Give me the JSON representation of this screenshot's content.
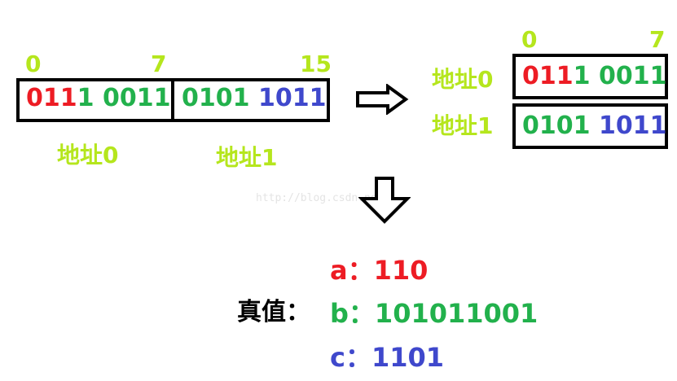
{
  "left_memory": {
    "index_labels": [
      "0",
      "7",
      "15"
    ],
    "cell0": {
      "part_red": "011",
      "part_green1": "1 0011"
    },
    "cell1": {
      "part_green": "0101 ",
      "part_blue": "1011"
    },
    "addr_labels": [
      "地址0",
      "地址1"
    ]
  },
  "right_memory": {
    "index_labels": [
      "0",
      "7"
    ],
    "row0": {
      "addr_label": "地址0",
      "part_red": "011",
      "part_green": "1 0011"
    },
    "row1": {
      "addr_label": "地址1",
      "part_green": "0101 ",
      "part_blue": "1011"
    }
  },
  "watermark": "http://blog.csdn.net/",
  "truth": {
    "label": "真值：",
    "a": {
      "name": "a",
      "sep": "：",
      "value": "110"
    },
    "b": {
      "name": "b",
      "sep": "：",
      "value": "101011001"
    },
    "c": {
      "name": "c",
      "sep": "：",
      "value": "1101"
    }
  },
  "colors": {
    "index_lime": "#b5e61d",
    "red": "#ed1c24",
    "green": "#22b14c",
    "blue": "#3f48cc"
  },
  "icons": [
    "right-arrow-icon",
    "down-arrow-icon"
  ]
}
